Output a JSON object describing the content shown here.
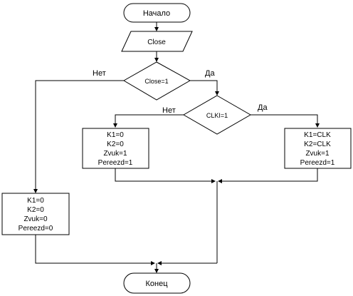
{
  "start": {
    "text": "Начало"
  },
  "input": {
    "text": "Close"
  },
  "decision1": {
    "text": "Close=1",
    "no_label": "Нет",
    "yes_label": "Да"
  },
  "decision2": {
    "text": "CLKI=1",
    "no_label": "Нет",
    "yes_label": "Да"
  },
  "process_left": {
    "lines": [
      "K1=0",
      "K2=0",
      "Zvuk=1",
      "Pereezd=1"
    ]
  },
  "process_right": {
    "lines": [
      "K1=CLK",
      "K2=CLK",
      "Zvuk=1",
      "Pereezd=1"
    ]
  },
  "process_far_left": {
    "lines": [
      "K1=0",
      "K2=0",
      "Zvuk=0",
      "Pereezd=0"
    ]
  },
  "end": {
    "text": "Конец"
  }
}
